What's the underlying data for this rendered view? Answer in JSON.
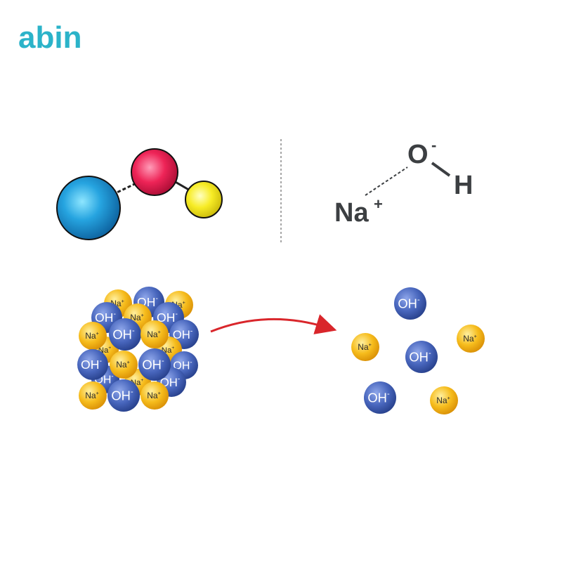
{
  "brand": {
    "logo_text": "abin",
    "logo_color": "#2bb3c9"
  },
  "formula": {
    "oxygen": "O",
    "oxygen_charge": "-",
    "hydrogen": "H",
    "sodium": "Na",
    "sodium_charge": "+"
  },
  "ions": {
    "hydroxide_label": "OH",
    "hydroxide_charge": "-",
    "sodium_label": "Na",
    "sodium_charge": "+"
  },
  "colors": {
    "sodium_atom": "#1a8fd0",
    "oxygen_atom": "#e5184d",
    "hydrogen_atom": "#f3e81a",
    "hydroxide_ion": "#3d5fb5",
    "sodium_ion": "#f2b215",
    "arrow": "#d9262b"
  }
}
